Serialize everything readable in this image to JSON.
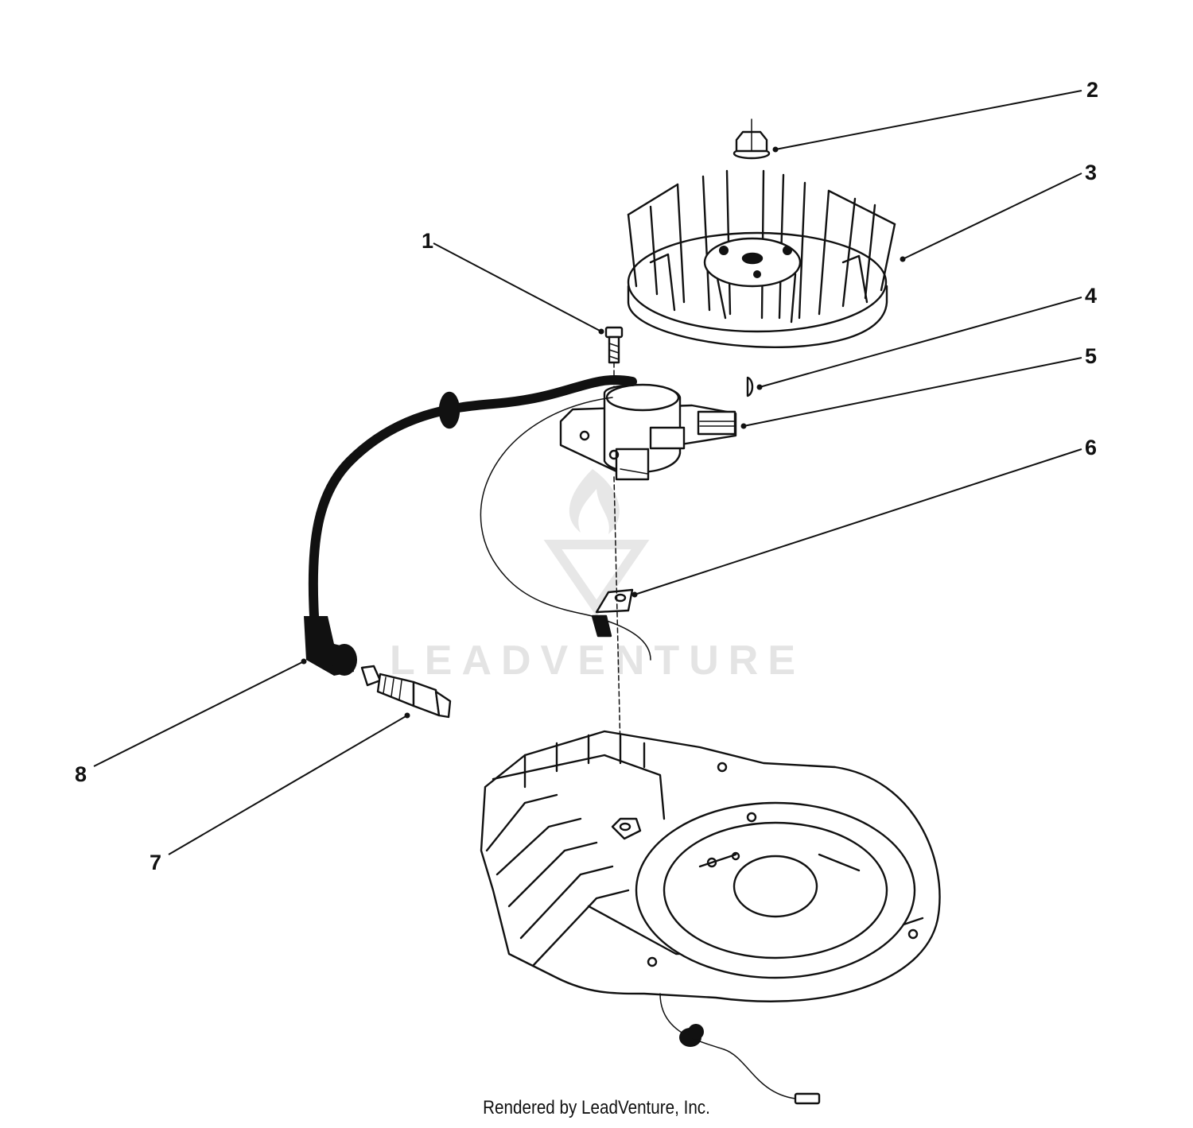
{
  "diagram": {
    "callouts": [
      {
        "id": "1",
        "label": "1"
      },
      {
        "id": "2",
        "label": "2"
      },
      {
        "id": "3",
        "label": "3"
      },
      {
        "id": "4",
        "label": "4"
      },
      {
        "id": "5",
        "label": "5"
      },
      {
        "id": "6",
        "label": "6"
      },
      {
        "id": "7",
        "label": "7"
      },
      {
        "id": "8",
        "label": "8"
      }
    ],
    "watermark": "LEADVENTURE",
    "credit": "Rendered by LeadVenture, Inc."
  }
}
